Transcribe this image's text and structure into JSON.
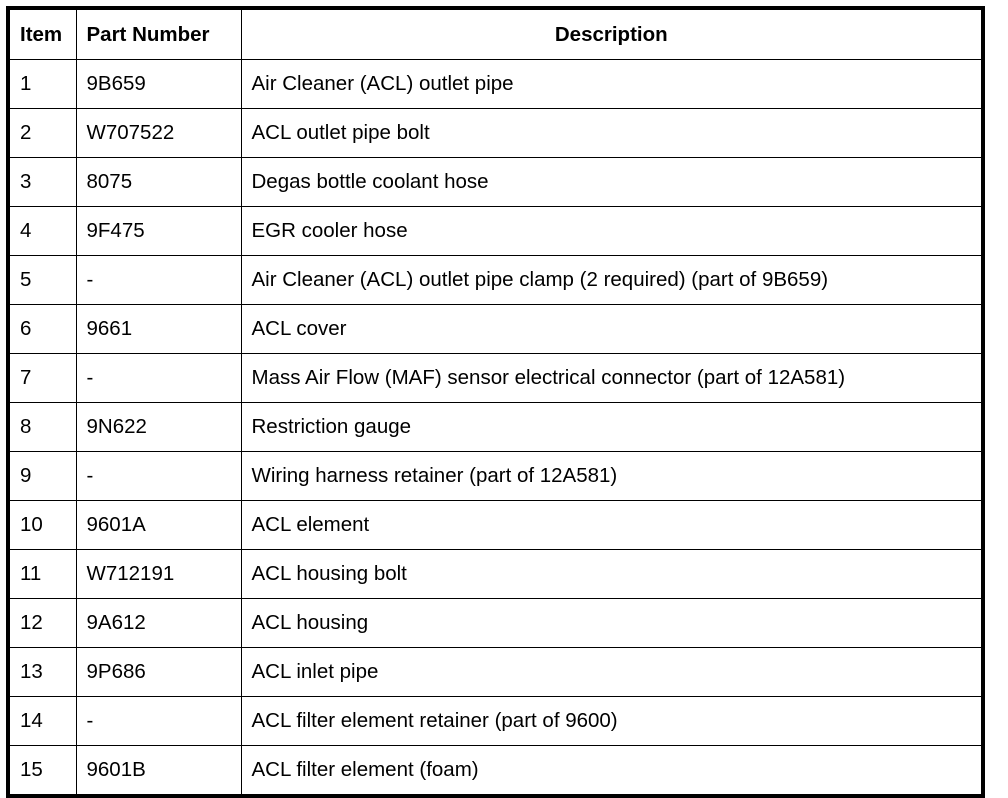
{
  "table": {
    "name": "parts-list",
    "columns": [
      {
        "key": "item",
        "label": "Item",
        "align": "left"
      },
      {
        "key": "part_number",
        "label": "Part Number",
        "align": "left"
      },
      {
        "key": "description",
        "label": "Description",
        "align": "center"
      }
    ],
    "rows": [
      {
        "item": "1",
        "part_number": "9B659",
        "description": "Air Cleaner (ACL) outlet pipe"
      },
      {
        "item": "2",
        "part_number": "W707522",
        "description": "ACL outlet pipe bolt"
      },
      {
        "item": "3",
        "part_number": "8075",
        "description": "Degas bottle coolant hose"
      },
      {
        "item": "4",
        "part_number": "9F475",
        "description": "EGR cooler hose"
      },
      {
        "item": "5",
        "part_number": "-",
        "description": "Air Cleaner (ACL) outlet pipe clamp (2 required) (part of 9B659)"
      },
      {
        "item": "6",
        "part_number": "9661",
        "description": "ACL cover"
      },
      {
        "item": "7",
        "part_number": "-",
        "description": "Mass Air Flow (MAF) sensor electrical connector (part of 12A581)"
      },
      {
        "item": "8",
        "part_number": "9N622",
        "description": "Restriction gauge"
      },
      {
        "item": "9",
        "part_number": "-",
        "description": "Wiring harness retainer (part of 12A581)"
      },
      {
        "item": "10",
        "part_number": "9601A",
        "description": "ACL element"
      },
      {
        "item": "11",
        "part_number": "W712191",
        "description": "ACL housing bolt"
      },
      {
        "item": "12",
        "part_number": "9A612",
        "description": "ACL housing"
      },
      {
        "item": "13",
        "part_number": "9P686",
        "description": "ACL inlet pipe"
      },
      {
        "item": "14",
        "part_number": "-",
        "description": "ACL filter element retainer (part of 9600)"
      },
      {
        "item": "15",
        "part_number": "9601B",
        "description": "ACL filter element (foam)"
      }
    ]
  },
  "style": {
    "border_color": "#000000",
    "text_color": "#000000",
    "background": "#ffffff"
  }
}
